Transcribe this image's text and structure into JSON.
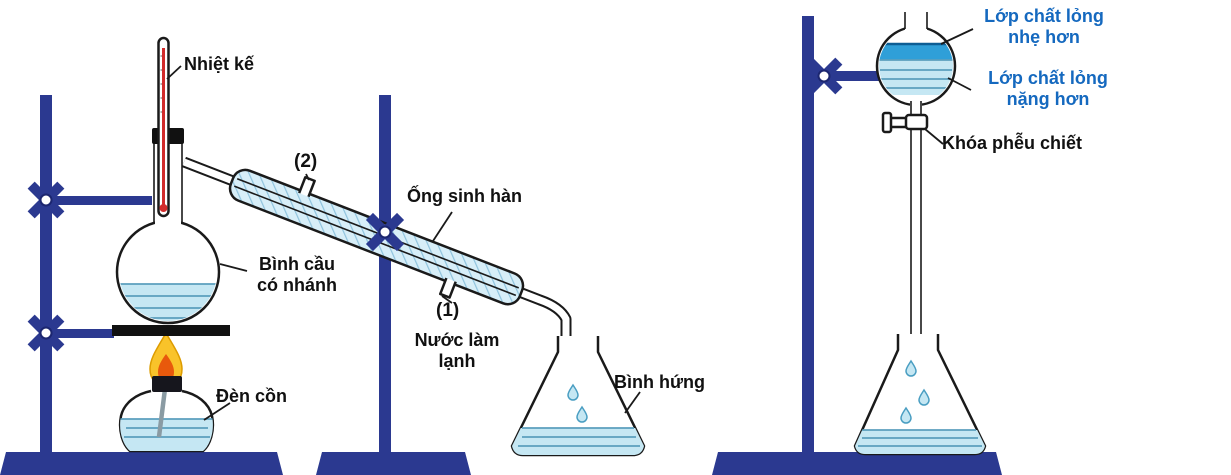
{
  "figure": {
    "colors": {
      "stand_blue": "#2b3990",
      "glass_liquid": "#c5e7f3",
      "liquid_line": "#5b9fbe",
      "flame_yellow": "#f9c32a",
      "flame_orange": "#e8590c",
      "upper_layer_blue": "#2f9fd8",
      "label_blue": "#1569bf",
      "outline": "#1a1a1a"
    },
    "labels": {
      "thermometer": "Nhiệt kế",
      "branched_flask": "Bình cầu\ncó nhánh",
      "alcohol_lamp": "Đèn cồn",
      "condenser_port_2": "(2)",
      "condenser": "Ống sinh hàn",
      "condenser_port_1": "(1)",
      "cooling_water": "Nước làm\nlạnh",
      "receiving_flask": "Bình hứng",
      "lighter_liquid_layer": "Lớp chất lỏng\nnhẹ hơn",
      "heavier_liquid_layer": "Lớp chất lỏng\nnặng hơn",
      "separating_funnel_stopcock": "Khóa phễu chiết"
    }
  }
}
